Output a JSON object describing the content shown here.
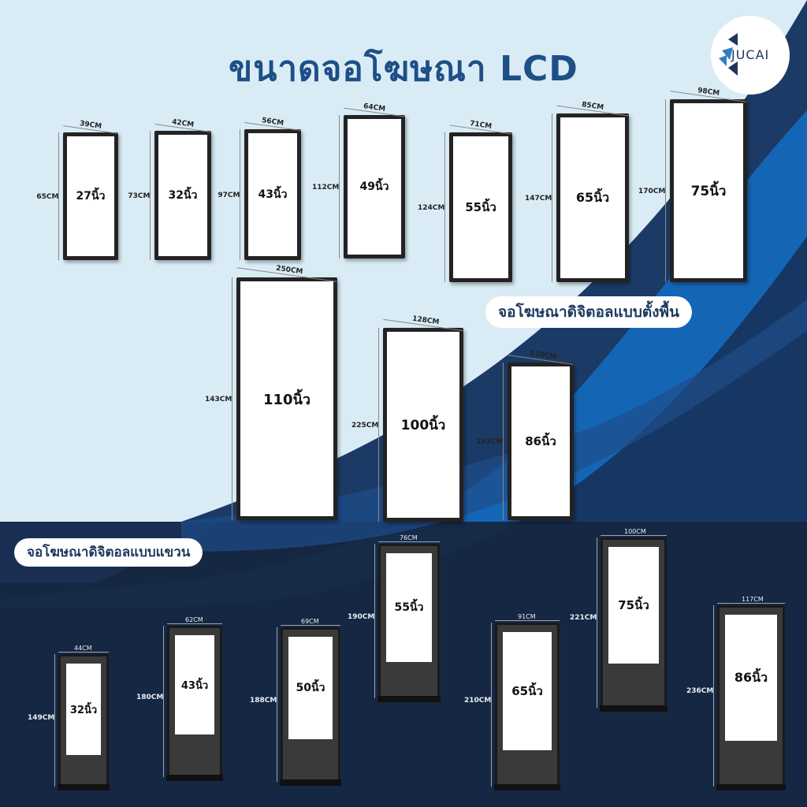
{
  "title": "ขนาดจอโฆษณา LCD",
  "logo": {
    "text": "JUCAI"
  },
  "section_wall": {
    "label": "จอโฆษณาดิจิตอลแบบตั้งพื้น"
  },
  "section_floor": {
    "label": "จอโฆษณาดิจิตอลแบบแขวน"
  },
  "wall_screens": [
    {
      "size": "27นิ้ว",
      "width": "39CM",
      "height": "65CM"
    },
    {
      "size": "32นิ้ว",
      "width": "42CM",
      "height": "73CM"
    },
    {
      "size": "43นิ้ว",
      "width": "56CM",
      "height": "97CM"
    },
    {
      "size": "49นิ้ว",
      "width": "64CM",
      "height": "112CM"
    },
    {
      "size": "55นิ้ว",
      "width": "71CM",
      "height": "124CM"
    },
    {
      "size": "65นิ้ว",
      "width": "85CM",
      "height": "147CM"
    },
    {
      "size": "75นิ้ว",
      "width": "98CM",
      "height": "170CM"
    },
    {
      "size": "110นิ้ว",
      "width": "250CM",
      "height": "143CM"
    },
    {
      "size": "100นิ้ว",
      "width": "128CM",
      "height": "225CM"
    },
    {
      "size": "86นิ้ว",
      "width": "110CM",
      "height": "192CM"
    }
  ],
  "kiosks": [
    {
      "size": "32นิ้ว",
      "width": "44CM",
      "height": "149CM"
    },
    {
      "size": "43นิ้ว",
      "width": "62CM",
      "height": "180CM"
    },
    {
      "size": "50นิ้ว",
      "width": "69CM",
      "height": "188CM"
    },
    {
      "size": "55นิ้ว",
      "width": "76CM",
      "height": "190CM"
    },
    {
      "size": "65นิ้ว",
      "width": "91CM",
      "height": "210CM"
    },
    {
      "size": "75นิ้ว",
      "width": "100CM",
      "height": "221CM"
    },
    {
      "size": "86นิ้ว",
      "width": "117CM",
      "height": "236CM"
    }
  ],
  "colors": {
    "title": "#1e4f86",
    "dark_band": "#16263f",
    "accent_blue": "#1565b5"
  }
}
